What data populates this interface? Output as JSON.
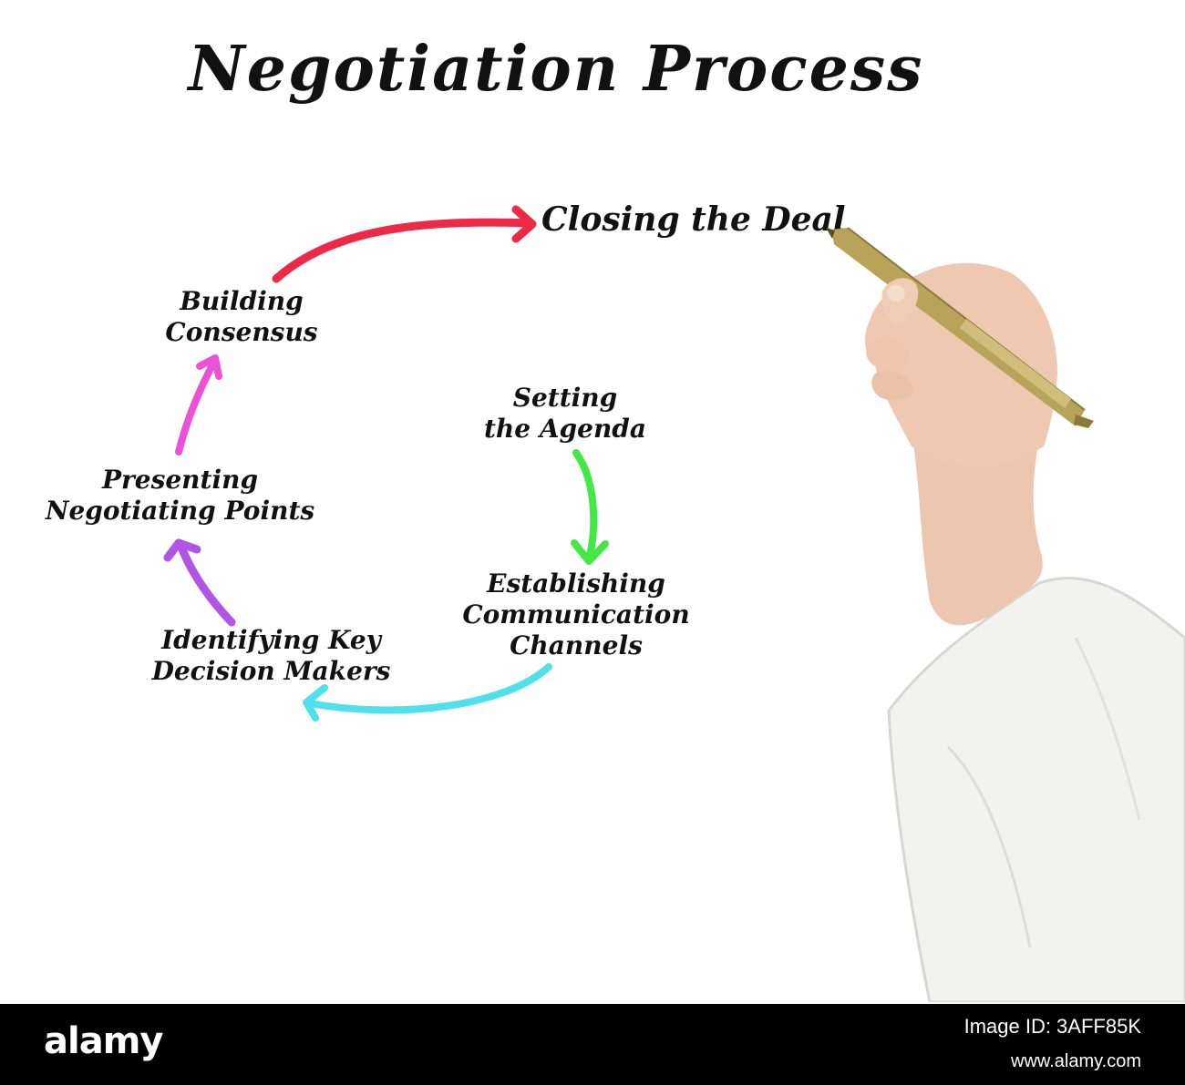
{
  "title": "Negotiation Process",
  "steps": {
    "setting_agenda": {
      "line1": "Setting",
      "line2": "the Agenda",
      "color": "#44e845"
    },
    "establishing_channels": {
      "line1": "Establishing",
      "line2": "Communication",
      "line3": "Channels",
      "color": "#4fe0ec"
    },
    "identifying_makers": {
      "line1": "Identifying Key",
      "line2": "Decision Makers",
      "color": "#b255e4"
    },
    "presenting_points": {
      "line1": "Presenting",
      "line2": "Negotiating Points",
      "color": "#ec52d8"
    },
    "building_consensus": {
      "line1": "Building",
      "line2": "Consensus",
      "color": "#ec2a48"
    },
    "closing_deal": {
      "text": "Closing the Deal"
    }
  },
  "illustration": {
    "hand_icon": "hand-holding-pen",
    "pen_color": "#b8a35a",
    "sleeve_color": "#f2f2f0",
    "skin_color": "#ecc6ae"
  },
  "footer": {
    "brand": "alamy",
    "image_id": "Image ID: 3AFF85K",
    "site": "www.alamy.com"
  }
}
